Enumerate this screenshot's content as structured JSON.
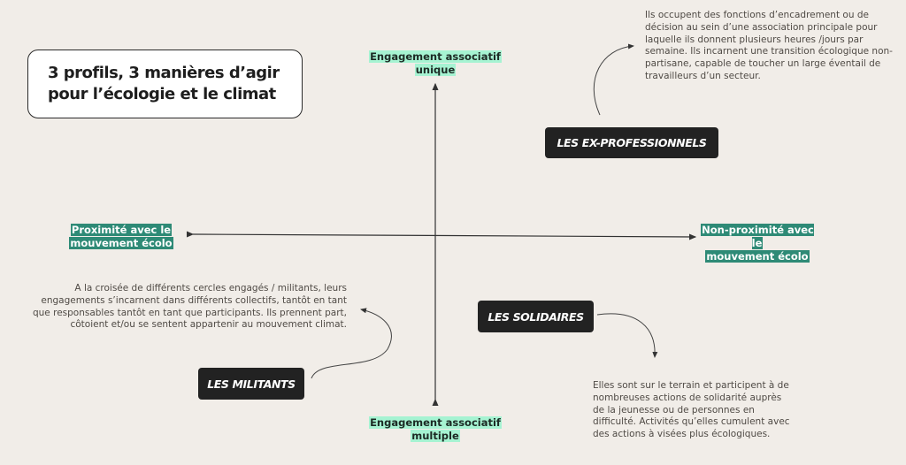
{
  "title": {
    "line1": "3 profils, 3 manières d’agir",
    "line2": "pour l’écologie et le climat"
  },
  "axes": {
    "top": {
      "line1": "Engagement associatif",
      "line2": "unique"
    },
    "bottom": {
      "line1": "Engagement associatif",
      "line2": "multiple"
    },
    "left": {
      "line1": "Proximité avec le",
      "line2": "mouvement écolo"
    },
    "right": {
      "line1": "Non-proximité avec le",
      "line2": "mouvement écolo"
    }
  },
  "profiles": [
    {
      "label": "LES EX-PROFESSIONNELS",
      "description": "Ils occupent des fonctions d’encadrement ou de décision au sein d’une association principale pour laquelle ils donnent plusieurs heures /jours par semaine. Ils incarnent une transition écologique non-partisane, capable de toucher un large éventail de travailleurs d’un secteur."
    },
    {
      "label": "LES SOLIDAIRES",
      "description": "Elles sont sur le terrain et participent à de nombreuses actions de solidarité auprès de la jeunesse ou de personnes en  difficulté. Activités qu’elles cumulent avec des actions à visées plus écologiques."
    },
    {
      "label": "LES MILITANTS",
      "description": "A la croisée de différents cercles engagés / militants, leurs engagements s’incarnent dans différents collectifs, tantôt en tant que responsables tantôt en tant que participants. Ils prennent part, côtoient et/ou se sentent appartenir au mouvement climat."
    }
  ],
  "colors": {
    "background": "#f1ede8",
    "mint": "#a6f3d2",
    "teal": "#2e8a76",
    "pill": "#222222"
  }
}
